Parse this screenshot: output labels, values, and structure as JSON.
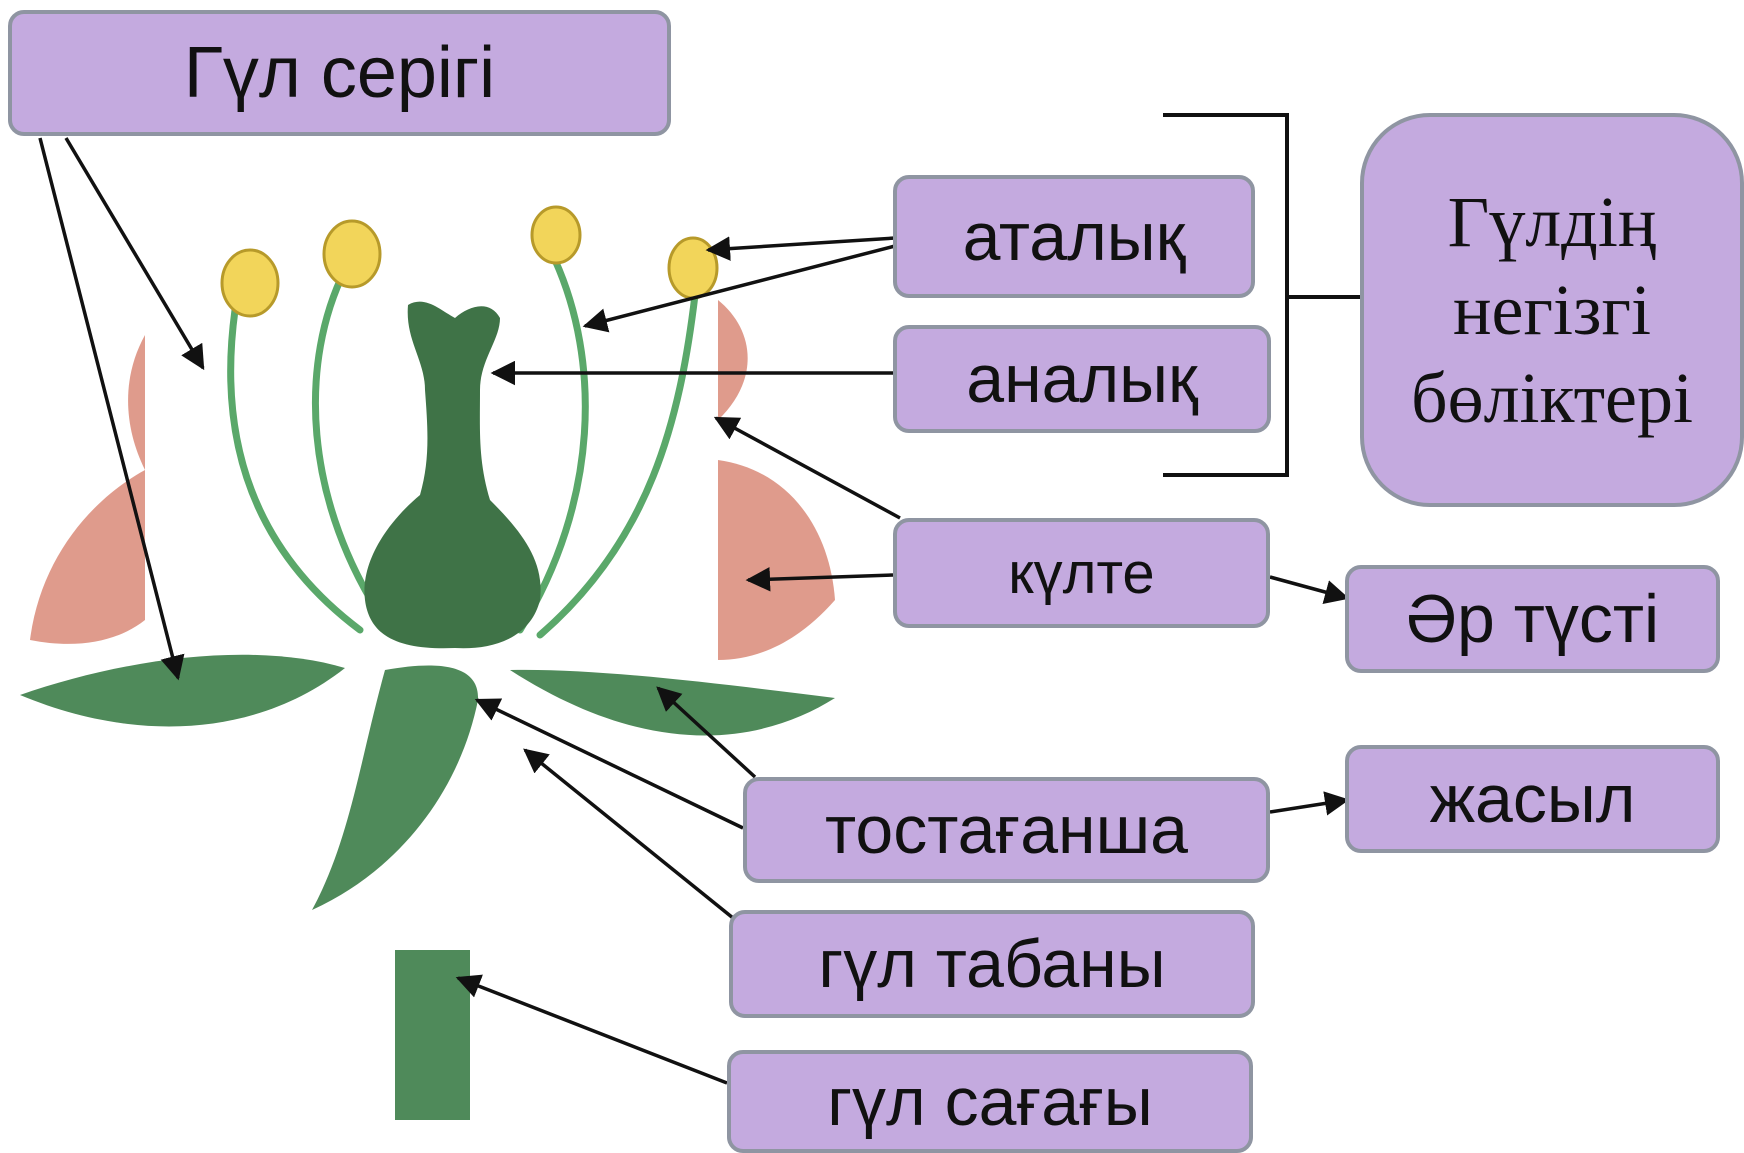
{
  "title": "Гүл серігі",
  "main_group": [
    "Гүлдің",
    "негізгі",
    "бөліктері"
  ],
  "labels": {
    "stamen": "аталық",
    "pistil": "аналық",
    "corolla": "күлте",
    "corolla_color": "Әр түсті",
    "calyx": "тостағанша",
    "calyx_color": "жасыл",
    "receptacle": "гүл табаны",
    "pedicel": "гүл сағағы"
  },
  "colors": {
    "label_fill": "#c4aadf",
    "label_border": "#8f95a2",
    "petal": "#d98a78",
    "green": "#4f8a5a",
    "dark_green": "#3f7347",
    "stem_green": "#5aa86a",
    "anther": "#f2d55a"
  }
}
